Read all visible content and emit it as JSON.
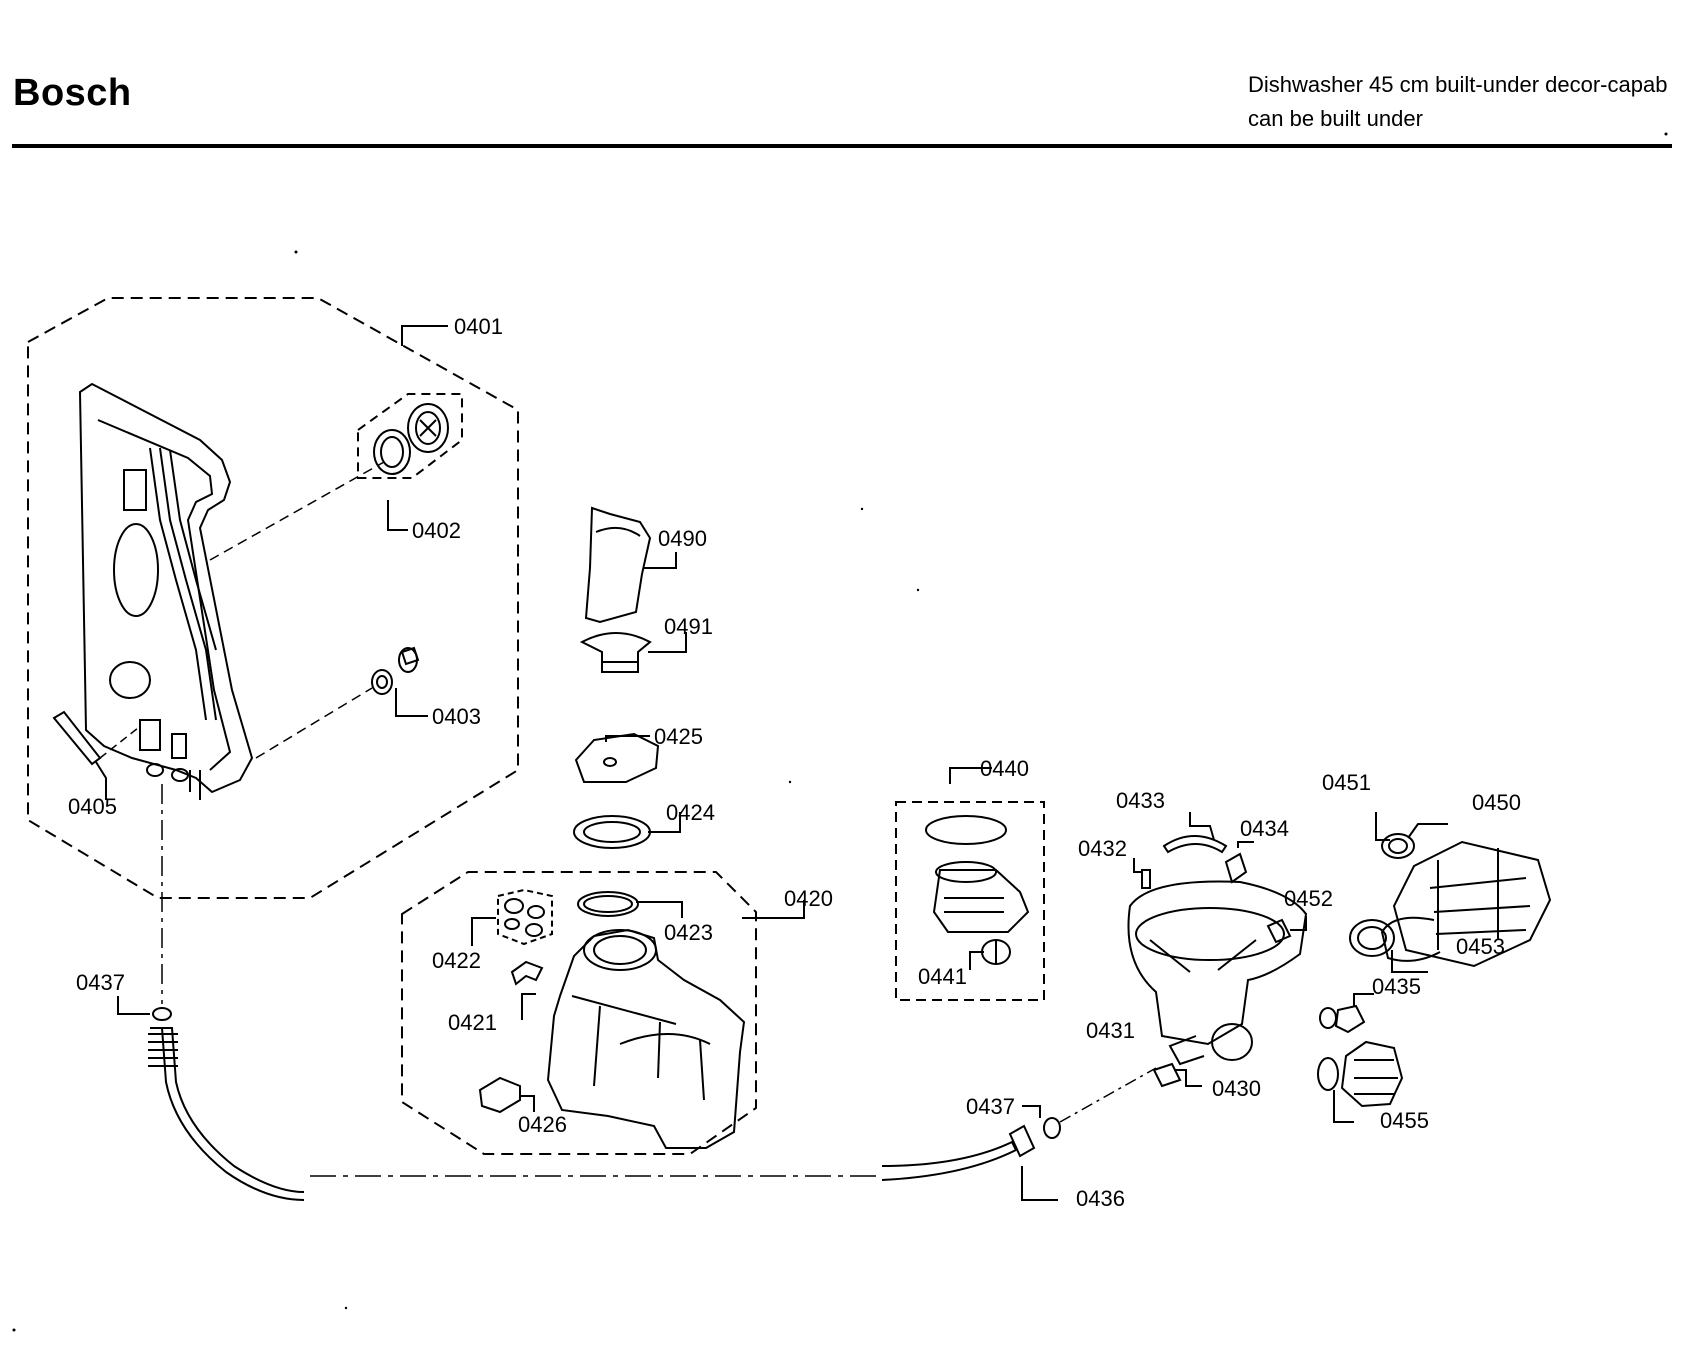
{
  "header": {
    "brand": "Bosch",
    "title_line1": "Dishwasher 45 cm built-under decor-capab",
    "title_line2": "can be built under"
  },
  "parts": {
    "p0401": "0401",
    "p0402": "0402",
    "p0403": "0403",
    "p0405": "0405",
    "p0490": "0490",
    "p0491": "0491",
    "p0425": "0425",
    "p0424": "0424",
    "p0420": "0420",
    "p0423": "0423",
    "p0422": "0422",
    "p0421": "0421",
    "p0426": "0426",
    "p0437a": "0437",
    "p0437b": "0437",
    "p0436": "0436",
    "p0440": "0440",
    "p0441": "0441",
    "p0433": "0433",
    "p0432": "0432",
    "p0434": "0434",
    "p0452": "0452",
    "p0431": "0431",
    "p0430": "0430",
    "p0451": "0451",
    "p0450": "0450",
    "p0453": "0453",
    "p0435": "0435",
    "p0455": "0455"
  }
}
